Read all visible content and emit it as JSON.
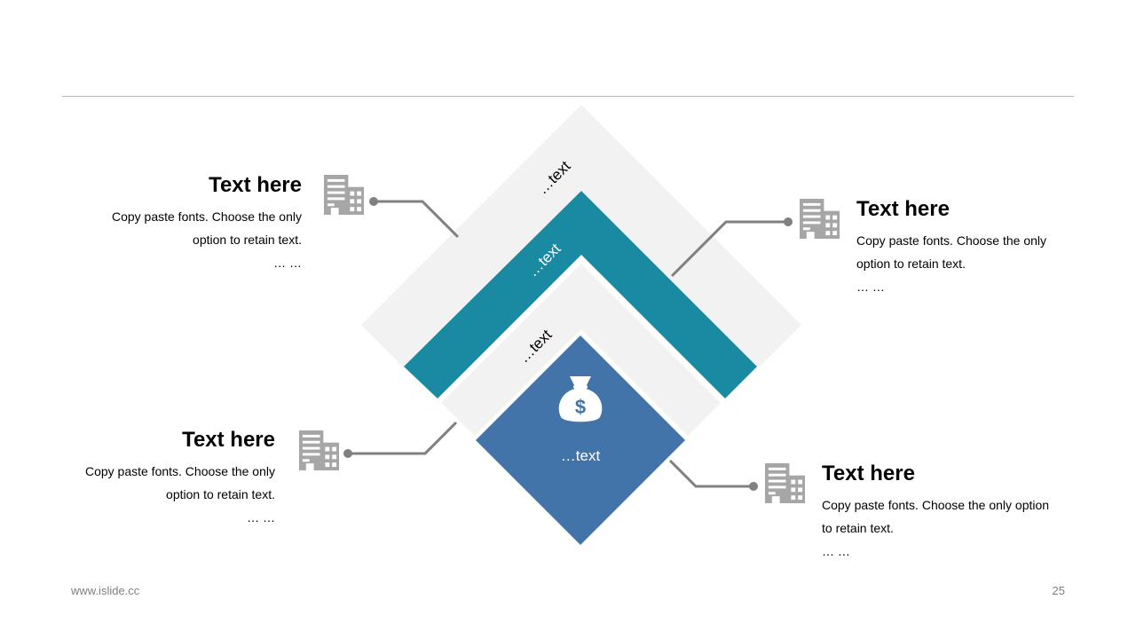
{
  "colors": {
    "outer_band": "#f2f2f2",
    "teal_band": "#1a8aa3",
    "inner_band": "#f2f2f2",
    "core": "#4374a9",
    "connector": "#808080",
    "icon": "#a6a6a6"
  },
  "diagram": {
    "outer_label": "…text",
    "teal_label": "…text",
    "inner_label": "…text",
    "core_label": "…text",
    "core_icon": "money-bag-icon",
    "block_icon": "building-icon"
  },
  "blocks": [
    {
      "title": "Text here",
      "desc_line1": "Copy paste fonts. Choose the only",
      "desc_line2": "option to retain text.",
      "dots": "… …"
    },
    {
      "title": "Text here",
      "desc_line1": "Copy paste fonts. Choose the only",
      "desc_line2": "option to retain text.",
      "dots": "… …"
    },
    {
      "title": "Text here",
      "desc_line1": "Copy paste fonts. Choose the only",
      "desc_line2": "option to retain text.",
      "dots": "… …"
    },
    {
      "title": "Text here",
      "desc_line1": "Copy paste fonts. Choose the only option",
      "desc_line2": "to retain text.",
      "dots": "… …"
    }
  ],
  "footer": {
    "url": "www.islide.cc",
    "page": "25"
  }
}
